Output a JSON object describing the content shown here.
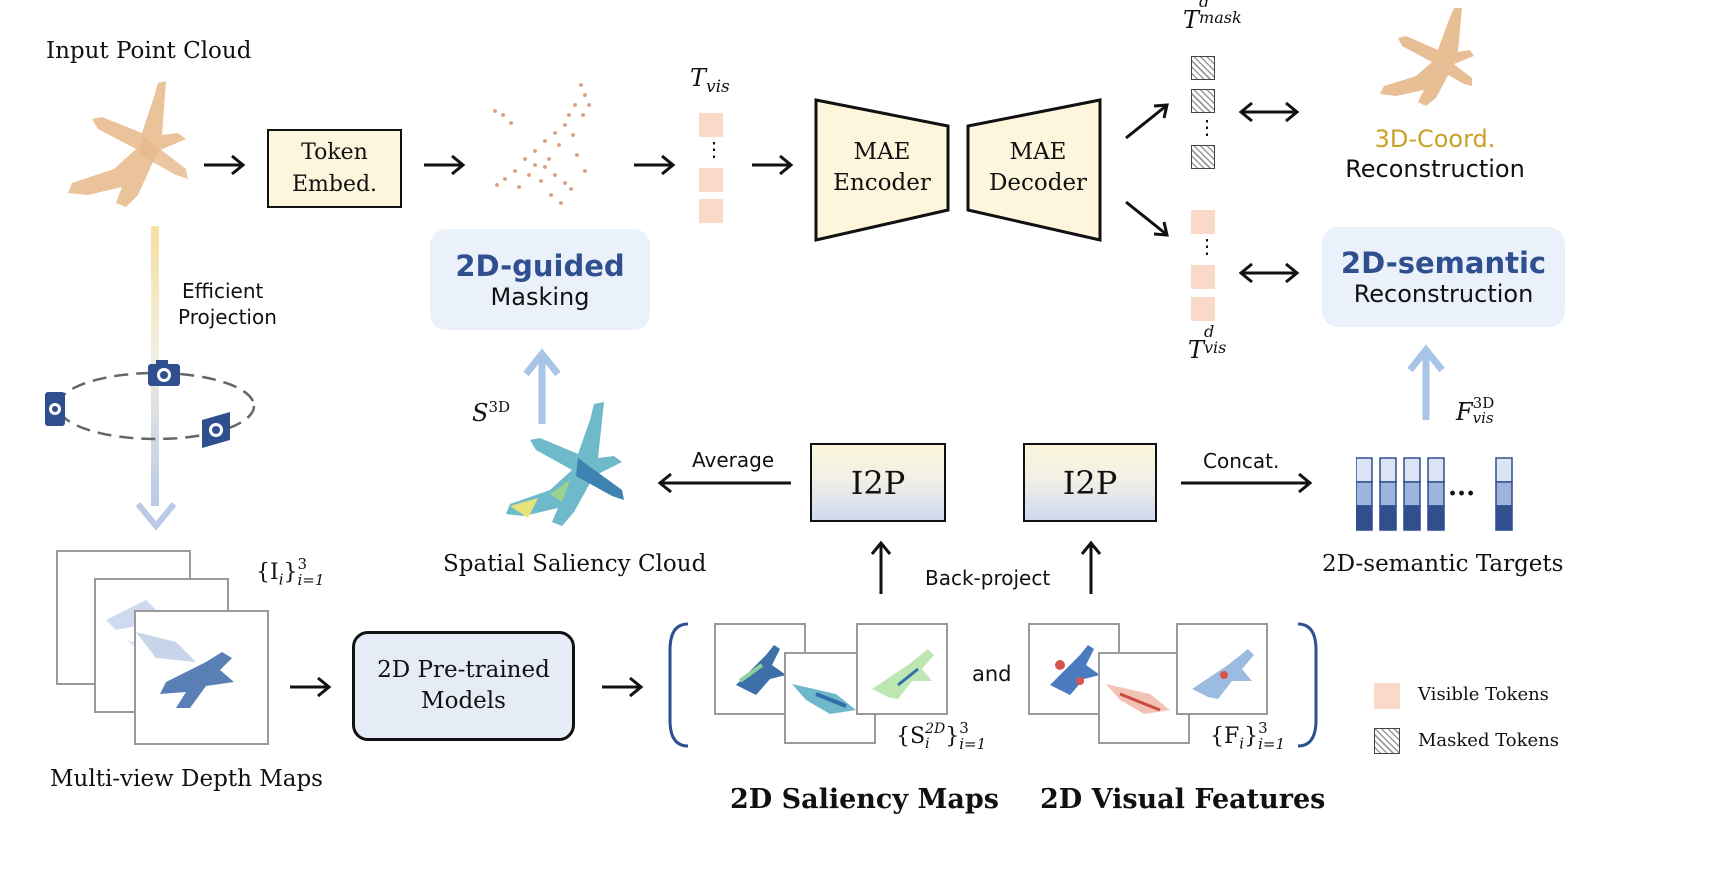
{
  "labels": {
    "input_point_cloud": "Input Point Cloud",
    "token_embed_1": "Token",
    "token_embed_2": "Embed.",
    "t_vis": "T",
    "t_vis_sub": "vis",
    "mae_encoder_1": "MAE",
    "mae_encoder_2": "Encoder",
    "mae_decoder_1": "MAE",
    "mae_decoder_2": "Decoder",
    "t_mask": "T",
    "t_mask_sup": "d",
    "t_mask_sub": "mask",
    "t_vis_d": "T",
    "t_vis_d_sup": "d",
    "t_vis_d_sub": "vis",
    "coord_title": "3D-Coord.",
    "coord_sub": "Reconstruction",
    "guided_title": "2D-guided",
    "guided_sub": "Masking",
    "semantic_title": "2D-semantic",
    "semantic_sub": "Reconstruction",
    "efficient_projection_1": "Efficient",
    "efficient_projection_2": "Projection",
    "s3d": "S",
    "s3d_sup": "3D",
    "average": "Average",
    "concat": "Concat.",
    "i2p_left": "I2P",
    "i2p_right": "I2P",
    "f_vis": "F",
    "f_vis_sup": "3D",
    "f_vis_sub": "vis",
    "spatial_saliency_cloud": "Spatial Saliency Cloud",
    "back_project": "Back-project",
    "semantic_targets": "2D-semantic Targets",
    "depth_set": "{I",
    "depth_set_sub": "i",
    "depth_set_close": "}",
    "depth_set_sup": "3",
    "depth_set_range": "i=1",
    "pretrained_1": "2D Pre-trained",
    "pretrained_2": "Models",
    "and": "and",
    "saliency_set": "{S",
    "saliency_set_sup": "2D",
    "saliency_set_sub": "i",
    "saliency_set_close": "}",
    "saliency_set_sup2": "3",
    "saliency_set_range": "i=1",
    "feature_set": "{F",
    "feature_set_sub": "i",
    "feature_set_close": "}",
    "feature_set_sup": "3",
    "feature_set_range": "i=1",
    "multi_view_depth_maps": "Multi-view Depth Maps",
    "saliency_maps": "2D Saliency Maps",
    "visual_features": "2D Visual Features",
    "legend_visible": "Visible Tokens",
    "legend_masked": "Masked Tokens",
    "vdots": "⋮",
    "ellipsis": "..."
  },
  "colors": {
    "token_visible": "#fbd9c9",
    "cream_box": "#fdf6dc",
    "pill_bg": "#eaf1fa",
    "blue_title": "#2f4f8f",
    "coord_title": "#c9a227",
    "point_cloud": "#e6b98a",
    "bar_dark": "#2f4f8f"
  },
  "icons": [
    "camera-icon",
    "right-arrow-icon",
    "double-arrow-icon",
    "up-arrow-icon",
    "left-arrow-icon",
    "bracket-icon"
  ]
}
